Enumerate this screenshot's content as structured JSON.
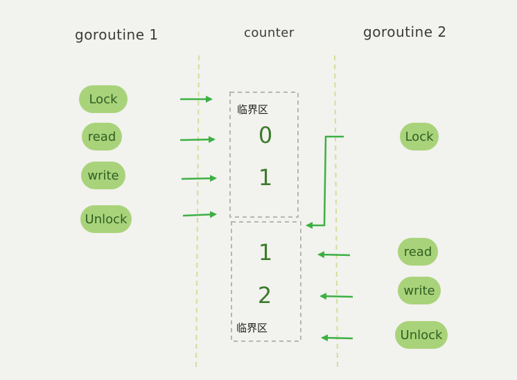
{
  "headers": {
    "goroutine1": "goroutine 1",
    "counter": "counter",
    "goroutine2": "goroutine 2"
  },
  "goroutine1_ops": [
    "Lock",
    "read",
    "write",
    "Unlock"
  ],
  "goroutine2_ops": [
    "Lock",
    "read",
    "write",
    "Unlock"
  ],
  "critical_sections": [
    {
      "label": "临界区",
      "values": [
        "0",
        "1"
      ]
    },
    {
      "label": "临界区",
      "values": [
        "1",
        "2"
      ]
    }
  ],
  "colors": {
    "background": "#f2f2ee",
    "pill_fill": "#a9d37a",
    "pill_text": "#2f5f22",
    "arrow": "#3cb043",
    "lane_dash": "#cfe09a",
    "box_dash": "#b5b5b5",
    "value_text": "#3c7a2c"
  }
}
